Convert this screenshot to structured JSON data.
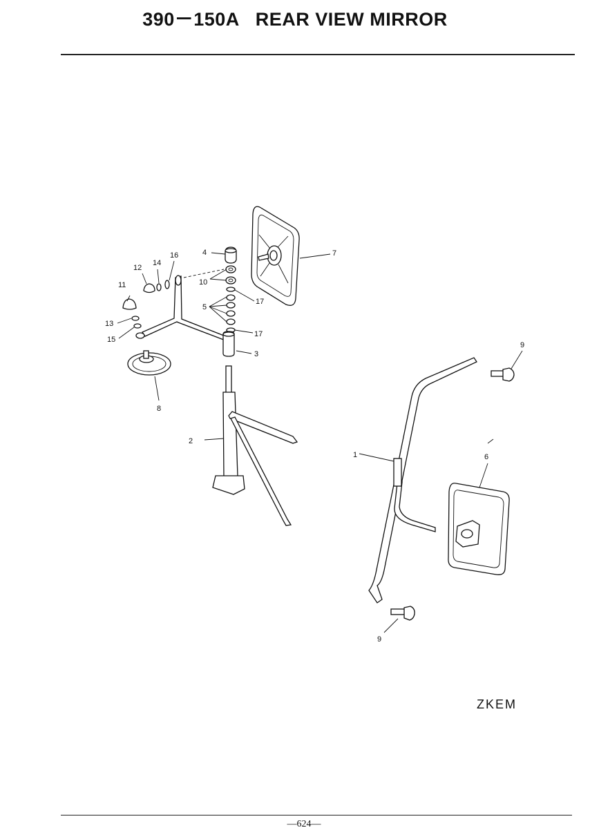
{
  "header": {
    "title": "390－150A   REAR VIEW MIRROR"
  },
  "diagram": {
    "labels": {
      "p1": "1",
      "p2": "2",
      "p3": "3",
      "p4": "4",
      "p5": "5",
      "p6": "6",
      "p7": "7",
      "p8": "8",
      "p9a": "9",
      "p9b": "9",
      "p10": "10",
      "p11": "11",
      "p12": "12",
      "p13": "13",
      "p14": "14",
      "p15": "15",
      "p16": "16",
      "p17a": "17",
      "p17b": "17"
    }
  },
  "watermark": "ZKEM",
  "footer": {
    "page_number": "—624—"
  }
}
